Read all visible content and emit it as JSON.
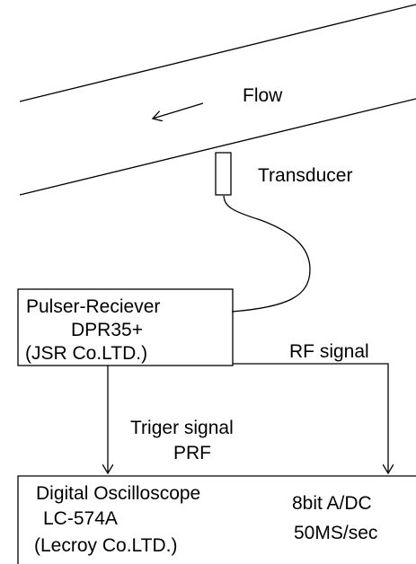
{
  "flow": {
    "label": "Flow"
  },
  "transducer": {
    "label": "Transducer"
  },
  "pulser_receiver": {
    "line1": "Pulser-Reciever",
    "line2": "DPR35+",
    "line3": "(JSR Co.LTD.)"
  },
  "rf_signal": {
    "label": "RF signal"
  },
  "trigger": {
    "line1": "Triger signal",
    "line2": "PRF"
  },
  "oscilloscope": {
    "line1": "Digital Oscilloscope",
    "line2": "LC-574A",
    "line3": "(Lecroy Co.LTD.)",
    "spec1": "8bit A/DC",
    "spec2": "50MS/sec"
  }
}
